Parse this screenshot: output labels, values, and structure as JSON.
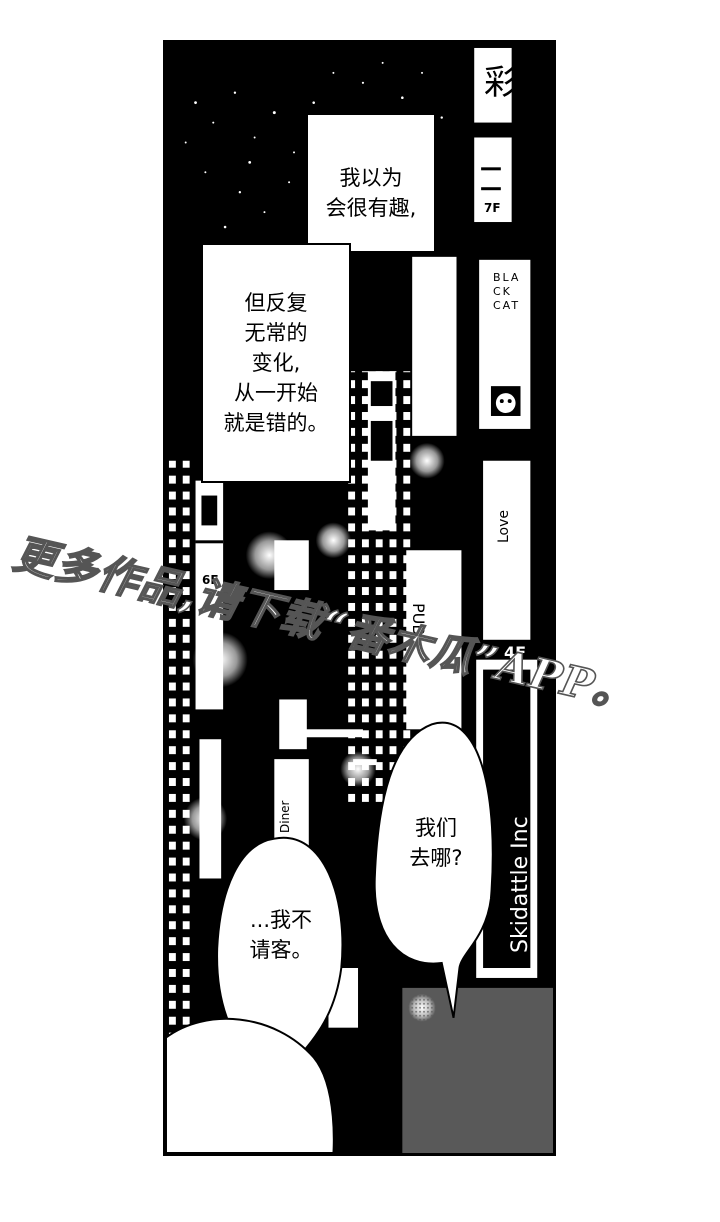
{
  "narration": {
    "box1": "我以为\n会很有趣,",
    "box2": "但反复\n无常的\n变化,\n从一开始\n就是错的。"
  },
  "dialogue": {
    "bubble_right": "我们\n去哪?",
    "bubble_left": "...我不\n请客。"
  },
  "signs": {
    "kanji_top": "彩",
    "floor_7f": "7F",
    "black_cat": "BLACK CAT",
    "love": "Love",
    "floor_6f": "6F",
    "floor_4f": "4F",
    "pub": "PUB",
    "skidattle": "Skidattle Inc",
    "diner": "Diner"
  },
  "watermark": "更多作品,请下载“番木瓜”APP。",
  "colors": {
    "ink": "#000000",
    "paper": "#ffffff"
  }
}
